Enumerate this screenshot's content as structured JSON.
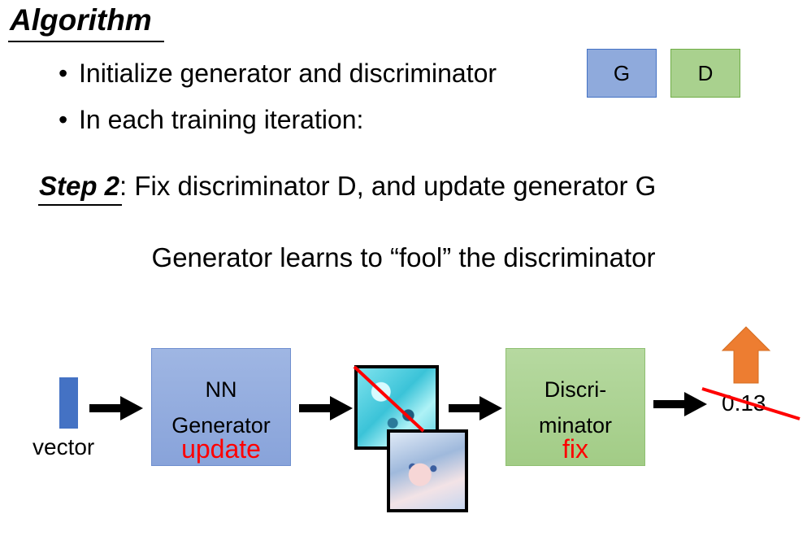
{
  "title": "Algorithm",
  "bullets": [
    "Initialize generator and discriminator",
    "In each training iteration:"
  ],
  "legend": {
    "g_label": "G",
    "d_label": "D"
  },
  "step": {
    "label": "Step 2",
    "text": ": Fix discriminator D, and update generator G"
  },
  "subtitle": "Generator learns to “fool” the discriminator",
  "diagram": {
    "input_label": "vector",
    "generator": {
      "line1": "NN",
      "line2": "Generator",
      "status": "update"
    },
    "discriminator": {
      "line1": "Discri-",
      "line2": "minator",
      "status": "fix"
    },
    "score": "0.13"
  },
  "colors": {
    "generator_fill": "#8faadc",
    "discriminator_fill": "#a9d18e",
    "vector_fill": "#4472c4",
    "status_red": "#ff0000",
    "up_arrow": "#ed7d31"
  }
}
